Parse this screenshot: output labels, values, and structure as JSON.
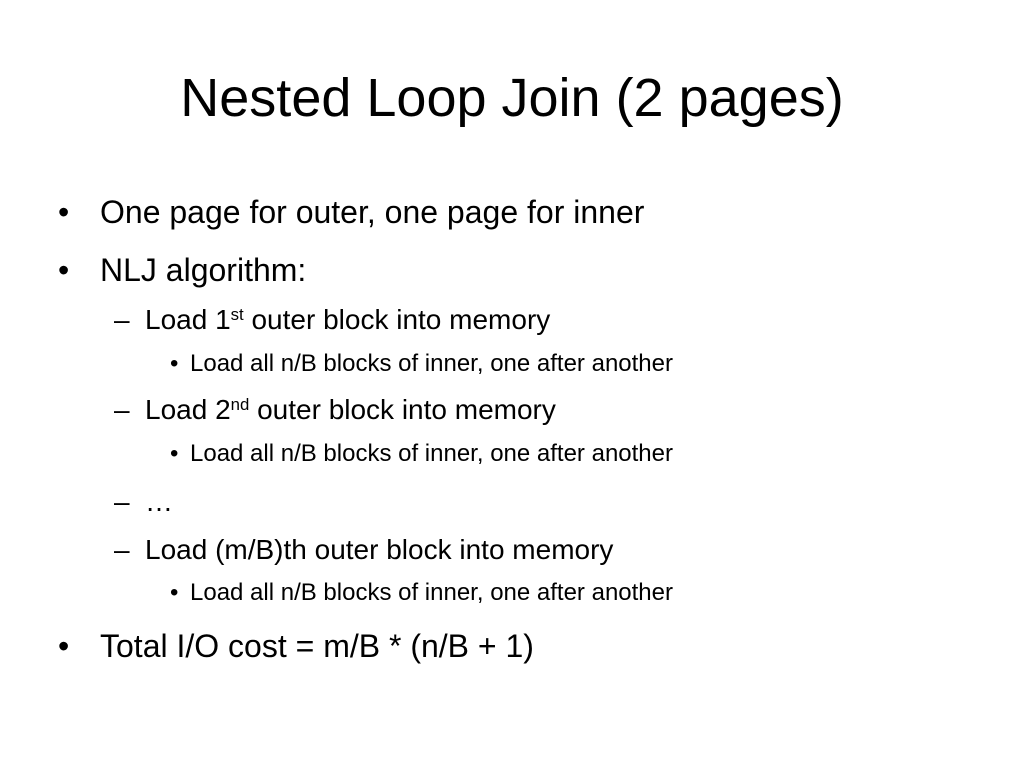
{
  "slide": {
    "title": "Nested Loop Join (2 pages)",
    "bullet_marker": "•",
    "dash_marker": "–",
    "items": [
      {
        "level": 1,
        "text": "One page for outer, one page for inner"
      },
      {
        "level": 1,
        "text": "NLJ algorithm:"
      },
      {
        "level": 2,
        "text_before": "Load 1",
        "sup": "st",
        "text_after": " outer block into memory"
      },
      {
        "level": 3,
        "text": "Load all n/B blocks of inner, one after another"
      },
      {
        "level": 2,
        "text_before": "Load 2",
        "sup": "nd",
        "text_after": " outer block into memory"
      },
      {
        "level": 3,
        "text": "Load all n/B blocks of inner, one after another"
      },
      {
        "level": 2,
        "text": "…"
      },
      {
        "level": 2,
        "text": "Load (m/B)th outer block into memory"
      },
      {
        "level": 3,
        "text": "Load all n/B blocks of inner, one after another"
      },
      {
        "level": 1,
        "text": "Total I/O cost = m/B * (n/B + 1)"
      }
    ]
  }
}
